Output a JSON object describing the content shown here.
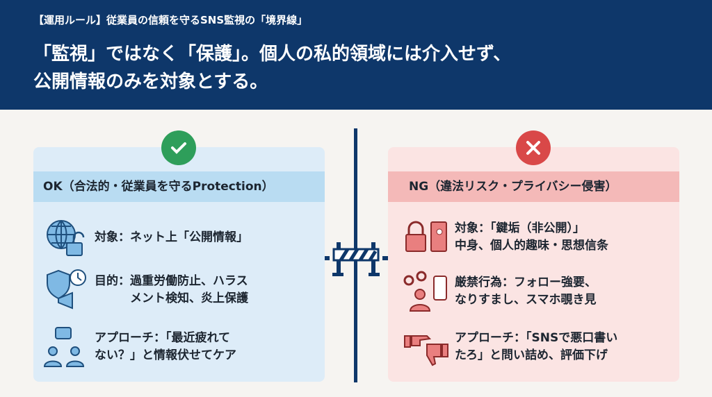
{
  "header": {
    "subtitle": "【運用ルール】従業員の信頼を守るSNS監視の「境界線」",
    "title_line1": "「監視」ではなく「保護」。個人の私的領域には介入せず、",
    "title_line2": "公開情報のみを対象とする。"
  },
  "ok": {
    "heading": "OK（合法的・従業員を守るProtection）",
    "icon": "check-icon",
    "color": "#2e9e5a",
    "items": [
      {
        "icon": "globe-unlock-icon",
        "line1": "対象：ネット上「公開情報」",
        "line2": ""
      },
      {
        "icon": "shield-clock-megaphone-icon",
        "line1": "目的：過重労働防止、ハラス",
        "line2": "　　　メント検知、炎上保護"
      },
      {
        "icon": "chat-people-icon",
        "line1": "アプローチ：「最近疲れて",
        "line2": "ない？」と情報伏せてケア"
      }
    ]
  },
  "ng": {
    "heading": "NG（違法リスク・プライバシー侵害）",
    "icon": "x-icon",
    "color": "#d94848",
    "items": [
      {
        "icon": "lock-notebook-icon",
        "line1": "対象：「鍵垢（非公開）」",
        "line2": "中身、個人的趣味・思想信条"
      },
      {
        "icon": "handcuffs-thief-phone-icon",
        "line1": "厳禁行為：フォロー強要、",
        "line2": "なりすまし、スマホ覗き見"
      },
      {
        "icon": "pointing-thumbsdown-icon",
        "line1": "アプローチ：「SNSで悪口書い",
        "line2": "たろ」と問い詰め、評価下げ"
      }
    ]
  }
}
